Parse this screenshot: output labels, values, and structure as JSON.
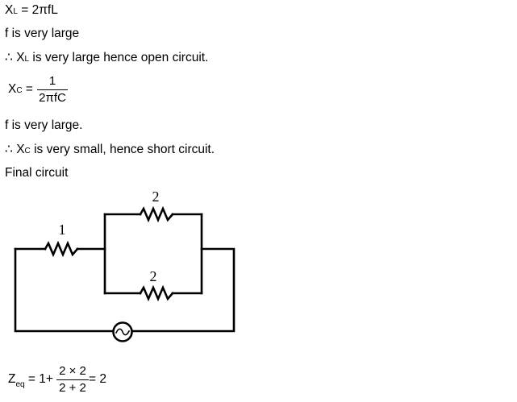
{
  "lines": {
    "xl_symbol": "X",
    "xl_sub": "L",
    "xl_rhs": "= 2πfL",
    "f_large_1": "f is very large",
    "therefore": "∴",
    "xl_conclusion": "X",
    "xl_conclusion_sub": "L",
    "xl_conclusion_text": "is very large hence open circuit.",
    "xc_symbol": "X",
    "xc_sub": "C",
    "xc_eq": "=",
    "xc_num": "1",
    "xc_den": "2πfC",
    "f_large_2": "f is very large.",
    "xc_conclusion": "X",
    "xc_conclusion_sub": "C",
    "xc_conclusion_text": "is very small, hence short circuit.",
    "final_circuit": "Final circuit"
  },
  "circuit": {
    "series_resistor_label": "1",
    "top_resistor_label": "2",
    "bottom_resistor_label": "2",
    "source_symbol": "~"
  },
  "result": {
    "z_symbol": "Z",
    "z_sub": "eq",
    "lhs": "= 1+",
    "num": "2 × 2",
    "den": "2 + 2",
    "rhs": "= 2"
  }
}
